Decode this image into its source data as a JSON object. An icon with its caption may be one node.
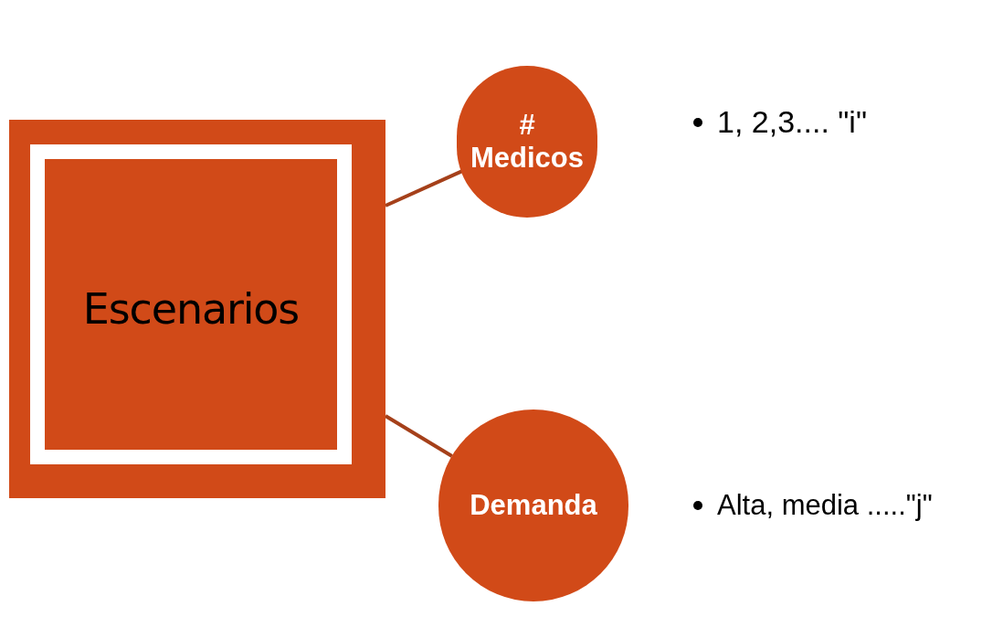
{
  "diagram": {
    "nodes": [
      {
        "text": [
          "Escenarios"
        ]
      },
      {
        "text": [
          "# Medicos"
        ]
      },
      {
        "text": [
          "Demanda"
        ]
      }
    ],
    "edges": [
      {
        "from": 0,
        "to": 1,
        "arrow": "none"
      },
      {
        "from": 0,
        "to": 2,
        "arrow": "none"
      }
    ],
    "labels": [
      "1, 2,3.... \"i\"",
      "Alta, media .....\"j\""
    ]
  }
}
